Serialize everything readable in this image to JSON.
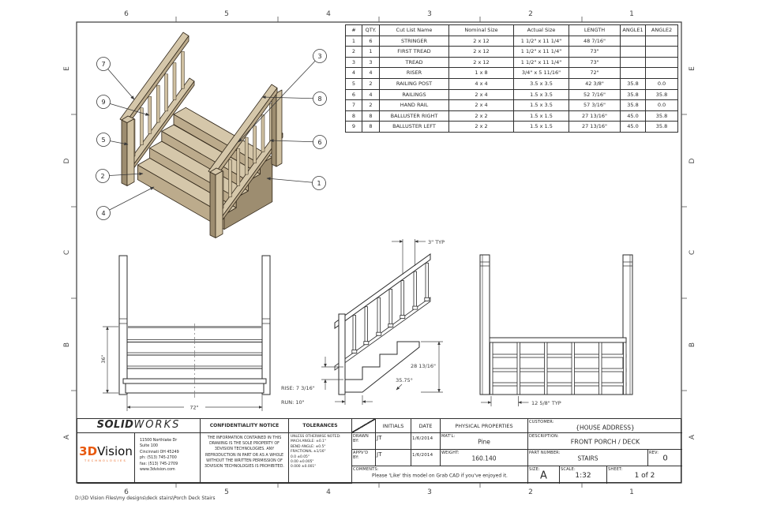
{
  "border": {
    "columns": [
      "6",
      "5",
      "4",
      "3",
      "2",
      "1"
    ],
    "rows": [
      "E",
      "D",
      "C",
      "B",
      "A"
    ]
  },
  "footer_path": "D:\\3D Vision Files\\my designs\\deck stairs\\Porch Deck Stairs",
  "callouts": [
    "1",
    "2",
    "3",
    "4",
    "5",
    "6",
    "7",
    "8",
    "9"
  ],
  "cutlist": {
    "headers": [
      "#",
      "QTY.",
      "Cut List Name",
      "Nominal Size",
      "Actual Size",
      "LENGTH",
      "ANGLE1",
      "ANGLE2"
    ],
    "rows": [
      [
        "1",
        "6",
        "STRINGER",
        "2 x 12",
        "1 1/2\" x 11 1/4\"",
        "48 7/16\"",
        "",
        ""
      ],
      [
        "2",
        "1",
        "FIRST TREAD",
        "2 x 12",
        "1 1/2\" x 11 1/4\"",
        "73\"",
        "",
        ""
      ],
      [
        "3",
        "3",
        "TREAD",
        "2 x 12",
        "1 1/2\" x 11 1/4\"",
        "73\"",
        "",
        ""
      ],
      [
        "4",
        "4",
        "RISER",
        "1 x 8",
        "3/4\" x 5 11/16\"",
        "72\"",
        "",
        ""
      ],
      [
        "5",
        "2",
        "RAILING POST",
        "4 x 4",
        "3.5 x 3.5",
        "42 3/8\"",
        "35.8",
        "0.0"
      ],
      [
        "6",
        "4",
        "RAILINGS",
        "2 x 4",
        "1.5 x 3.5",
        "52 7/16\"",
        "35.8",
        "35.8"
      ],
      [
        "7",
        "2",
        "HAND RAIL",
        "2 x 4",
        "1.5 x 3.5",
        "57 3/16\"",
        "35.8",
        "0.0"
      ],
      [
        "8",
        "8",
        "BALLUSTER RIGHT",
        "2 x 2",
        "1.5 x 1.5",
        "27 13/16\"",
        "45.0",
        "35.8"
      ],
      [
        "9",
        "8",
        "BALLUSTER LEFT",
        "2 x 2",
        "1.5 x 1.5",
        "27 13/16\"",
        "45.0",
        "35.8"
      ]
    ]
  },
  "views": {
    "front": {
      "height_dim": "36\"",
      "width_dim": "72\""
    },
    "side": {
      "spacing_dim": "3\" TYP",
      "height_dim": "28 13/16\"",
      "angle_dim": "35.75°",
      "rise_dim": "RISE: 7 3/16\"",
      "run_dim": "RUN: 10\""
    },
    "back": {
      "spacing_dim": "12 5/8\" TYP"
    }
  },
  "titleblock": {
    "solidworks": {
      "bold": "SOLID",
      "light": "WORKS"
    },
    "vendor": {
      "brand_3d": "3D",
      "brand_vision": "Vision",
      "tagline": "TECHNOLOGIES",
      "address": [
        "11500 Northlake Dr",
        "Suite 100",
        "Cincinnati OH 45249",
        "ph: (513) 745-2700",
        "fax: (513) 745-2709",
        "www.3dvision.com"
      ]
    },
    "confidentiality": {
      "title": "CONFIDENTIALITY NOTICE",
      "body": "THE INFORMATION CONTAINED IN THIS DRAWING IS THE SOLE PROPERTY OF 3DVISION TECHNOLOGIES. ANY REPRODUCTION IN PART OR AS A WHOLE WITHOUT THE WRITTEN PERMISSION OF 3DVISION TECHNOLOGIES IS PROHIBITED."
    },
    "tolerances": {
      "title": "TOLERANCES",
      "lines": [
        "UNLESS OTHERWISE NOTED:",
        "MACH.ANGLE: ±0.1°",
        "BEND ANGLE: ±0.5°",
        "FRACTIONAL ±1/16\"",
        "0.0 ±0.05\"",
        "0.00 ±0.005\"",
        "0.000 ±0.001\""
      ]
    },
    "approvals": {
      "initials_header": "INITIALS",
      "date_header": "DATE",
      "drawn_label": "DRAWN BY:",
      "drawn_initials": "JT",
      "drawn_date": "1/6/2014",
      "approved_label": "APPV'D BY:",
      "approved_initials": "JT",
      "approved_date": "1/6/2014"
    },
    "physical": {
      "header": "PHYSICAL PROPERTIES",
      "material_label": "MAT'L:",
      "material": "Pine",
      "weight_label": "WEIGHT:",
      "weight": "160.140"
    },
    "comments": {
      "label": "COMMENTS:",
      "text": "Please 'Like' this model on Grab CAD if you've enjoyed it."
    },
    "order": {
      "customer_label": "CUSTOMER:",
      "customer": "{HOUSE ADDRESS}",
      "description_label": "DESCRIPTION:",
      "description": "FRONT PORCH / DECK",
      "part_label": "PART NUMBER:",
      "part_number": "STAIRS",
      "rev_label": "REV:",
      "rev": "0",
      "size_label": "SIZE:",
      "size": "A",
      "scale_label": "SCALE:",
      "scale": "1:32",
      "sheet_label": "SHEET:",
      "sheet": "1 of 2"
    }
  }
}
